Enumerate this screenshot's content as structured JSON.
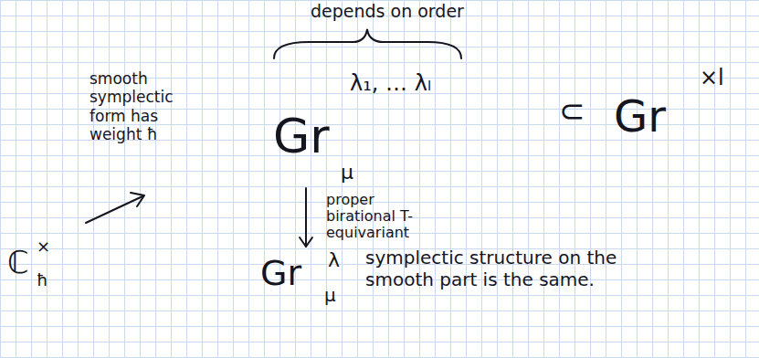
{
  "diagram": {
    "nodes": [
      {
        "text": [
          "Gr",
          "λ₁, … λₗ",
          "μ"
        ]
      },
      {
        "text": [
          "Gr",
          "λ",
          "μ"
        ]
      }
    ],
    "edges": [
      {
        "from": 0,
        "to": 1,
        "arrow": "to",
        "label": "proper birational T-equivariant"
      }
    ],
    "labels": [
      "smooth symplectic form has weight ħ",
      "ℂ",
      "×",
      "ħ",
      "depends on order",
      "⊂",
      "Gr",
      "×l",
      "symplectic structure on the smooth part is the same."
    ]
  }
}
